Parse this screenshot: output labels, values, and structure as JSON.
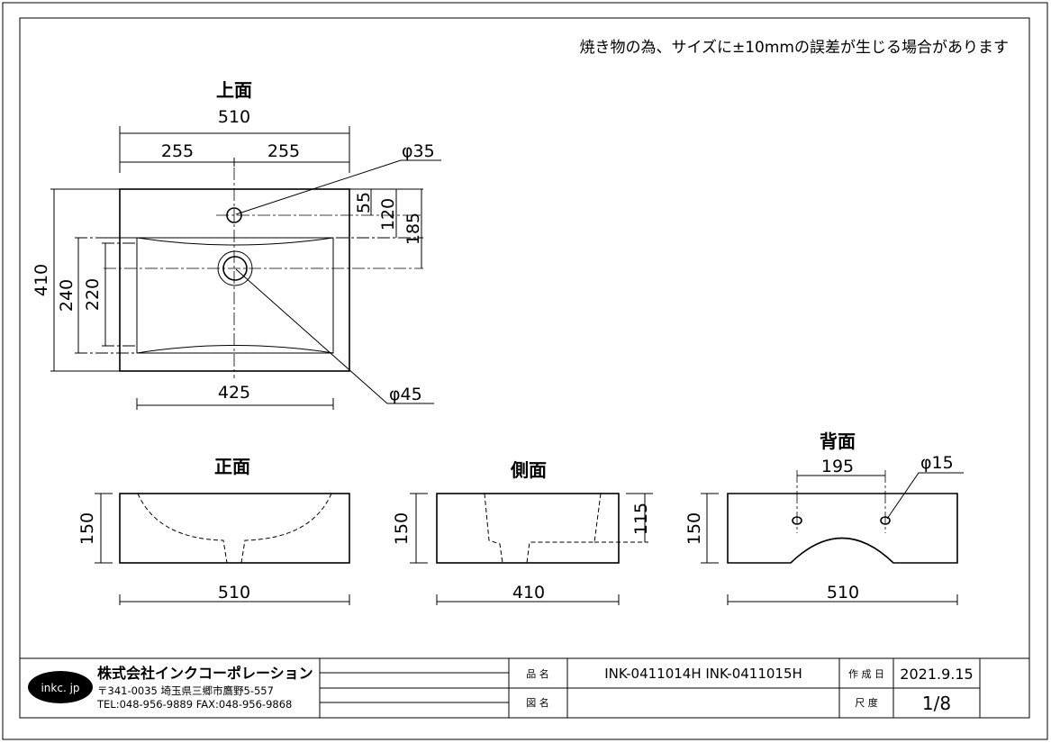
{
  "note": "焼き物の為、サイズに±10mmの誤差が生じる場合があります",
  "top_view": {
    "title": "上面",
    "w": "510",
    "half_l": "255",
    "half_r": "255",
    "hole_dia": "φ35",
    "drain_dia": "φ45",
    "d55": "55",
    "d120": "120",
    "d185": "185",
    "d410": "410",
    "d240": "240",
    "d220": "220",
    "d425": "425"
  },
  "front_view": {
    "title": "正面",
    "h": "150",
    "w": "510"
  },
  "side_view": {
    "title": "側面",
    "h": "150",
    "d115": "115",
    "w": "410"
  },
  "back_view": {
    "title": "背面",
    "spacing": "195",
    "hole_dia": "φ15",
    "h": "150",
    "w": "510"
  },
  "title_block": {
    "logo": "inkc. jp",
    "company": "株式会社インクコーポレーション",
    "address": "〒341-0035 埼玉県三郷市鷹野5-557",
    "contact": "TEL:048-956-9889  FAX:048-956-9868",
    "product_label": "品 名",
    "product_value": "INK-0411014H  INK-0411015H",
    "drawing_label": "図 名",
    "drawing_value": "",
    "date_label": "作 成 日",
    "date_value": "2021.9.15",
    "scale_label": "尺 度",
    "scale_value": "1/8"
  }
}
